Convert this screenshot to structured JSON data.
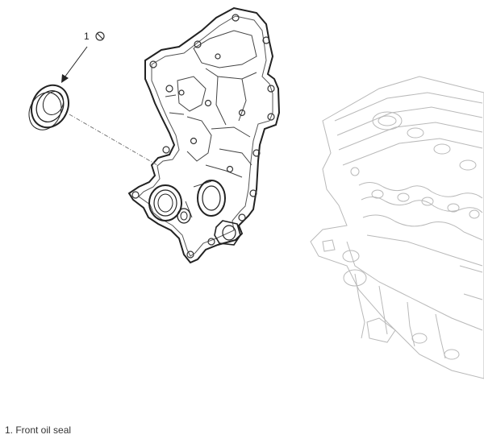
{
  "diagram": {
    "callout": {
      "number": "1",
      "symbol": "do-not-reuse-icon"
    },
    "legend": [
      {
        "text": "1. Front oil seal"
      }
    ],
    "parts": [
      {
        "name": "front oil seal",
        "icon": "oil-seal-ring"
      },
      {
        "name": "timing chain cover",
        "icon": "cover-casting"
      },
      {
        "name": "engine block",
        "icon": "engine-outline"
      }
    ]
  }
}
